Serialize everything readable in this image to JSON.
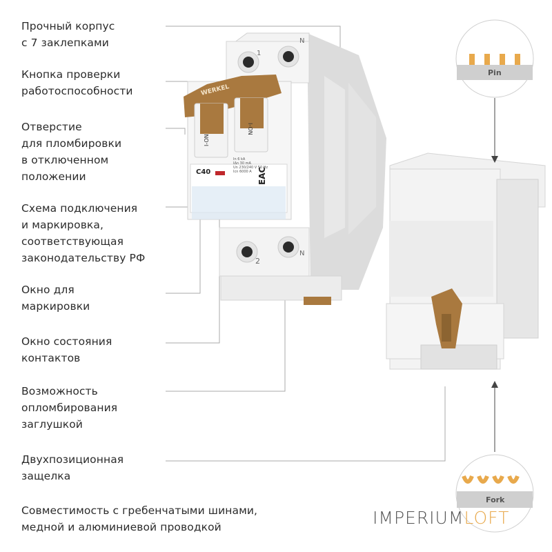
{
  "features": [
    {
      "id": "rivets",
      "text": "Прочный корпус\nс 7 заклепками"
    },
    {
      "id": "test-button",
      "text": "Кнопка проверки\nработоспособности"
    },
    {
      "id": "seal-hole",
      "text": "Отверстие\nдля пломбировки\nв отключенном\nположении"
    },
    {
      "id": "scheme",
      "text": "Схема подключения\nи маркировка,\nсоответствующая\nзаконодательству РФ"
    },
    {
      "id": "marking-window",
      "text": "Окно для\nмаркировки"
    },
    {
      "id": "contact-window",
      "text": "Окно состояния\nконтактов"
    },
    {
      "id": "sealing-plug",
      "text": "Возможность\nопломбирования\nзаглушкой"
    },
    {
      "id": "latch",
      "text": "Двухпозиционная\nзащелка"
    },
    {
      "id": "compat",
      "text": "Совместимость с гребенчатыми шинами,\nмедной и алюминиевой проводкой"
    }
  ],
  "device": {
    "brand": "WERKEL",
    "rating": "C40",
    "handle_label": "I-ON",
    "terminal_1": "1",
    "terminal_2": "2",
    "terminal_n": "N",
    "spec_line_1": "In 6 kA",
    "spec_line_2": "IΔn 30 mA",
    "spec_line_3": "Un 230/240 V 50 Hz",
    "spec_line_4": "Icn 6000 A",
    "cert_mark": "EAC"
  },
  "busbars": {
    "pin_label": "Pin",
    "fork_label": "Fork"
  },
  "logo": {
    "part1": "IMPERIUM",
    "part2": "LOFT"
  },
  "colors": {
    "accent": "#e8a94c",
    "handle": "#a9793f",
    "line": "#9a9a9a",
    "body": "#f2f2f2"
  }
}
